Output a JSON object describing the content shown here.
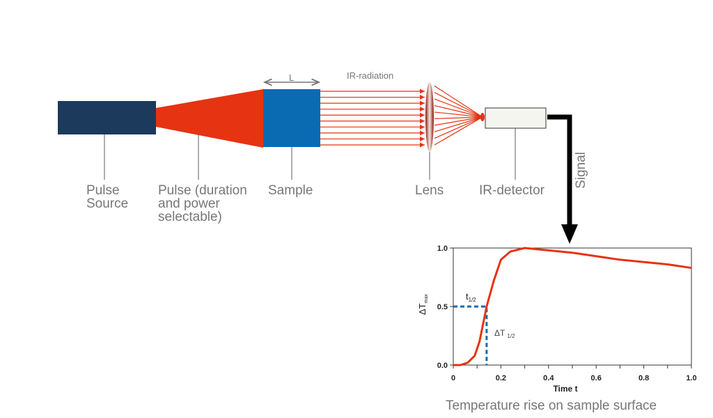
{
  "labels": {
    "pulse_source": "Pulse\nSource",
    "pulse": "Pulse (duration\nand power\nselectable)",
    "sample": "Sample",
    "lens": "Lens",
    "detector": "IR-detector",
    "signal": "Signal",
    "ir_radiation": "IR-radiation",
    "length": "L",
    "caption": "Temperature rise on sample surface"
  },
  "colors": {
    "source": "#1b3a5c",
    "pulse": "#e63312",
    "sample": "#0a6bb3",
    "curve": "#e63312",
    "dash": "#0a6bb3"
  },
  "chart_data": {
    "type": "line",
    "xlabel": "Time t",
    "ylabel": "ΔT",
    "ylabel_sub": "max",
    "xlim": [
      0,
      1
    ],
    "ylim": [
      0,
      1
    ],
    "xticks": [
      "0",
      "0.2",
      "0.4",
      "0.6",
      "0.8",
      "1.0"
    ],
    "yticks": [
      "0.0",
      "0.5",
      "1.0"
    ],
    "series": [
      {
        "name": "temperature",
        "x": [
          0,
          0.03,
          0.06,
          0.09,
          0.11,
          0.14,
          0.17,
          0.2,
          0.24,
          0.3,
          0.4,
          0.5,
          0.6,
          0.7,
          0.8,
          0.9,
          1.0
        ],
        "y": [
          0,
          0,
          0.02,
          0.08,
          0.2,
          0.5,
          0.72,
          0.9,
          0.97,
          1.0,
          0.98,
          0.96,
          0.93,
          0.9,
          0.88,
          0.86,
          0.83
        ]
      }
    ],
    "half_time": 0.14,
    "annotations": {
      "t_half": "t",
      "t_half_sub": "1/2",
      "dt_half": "ΔT",
      "dt_half_sub": "1/2"
    }
  }
}
